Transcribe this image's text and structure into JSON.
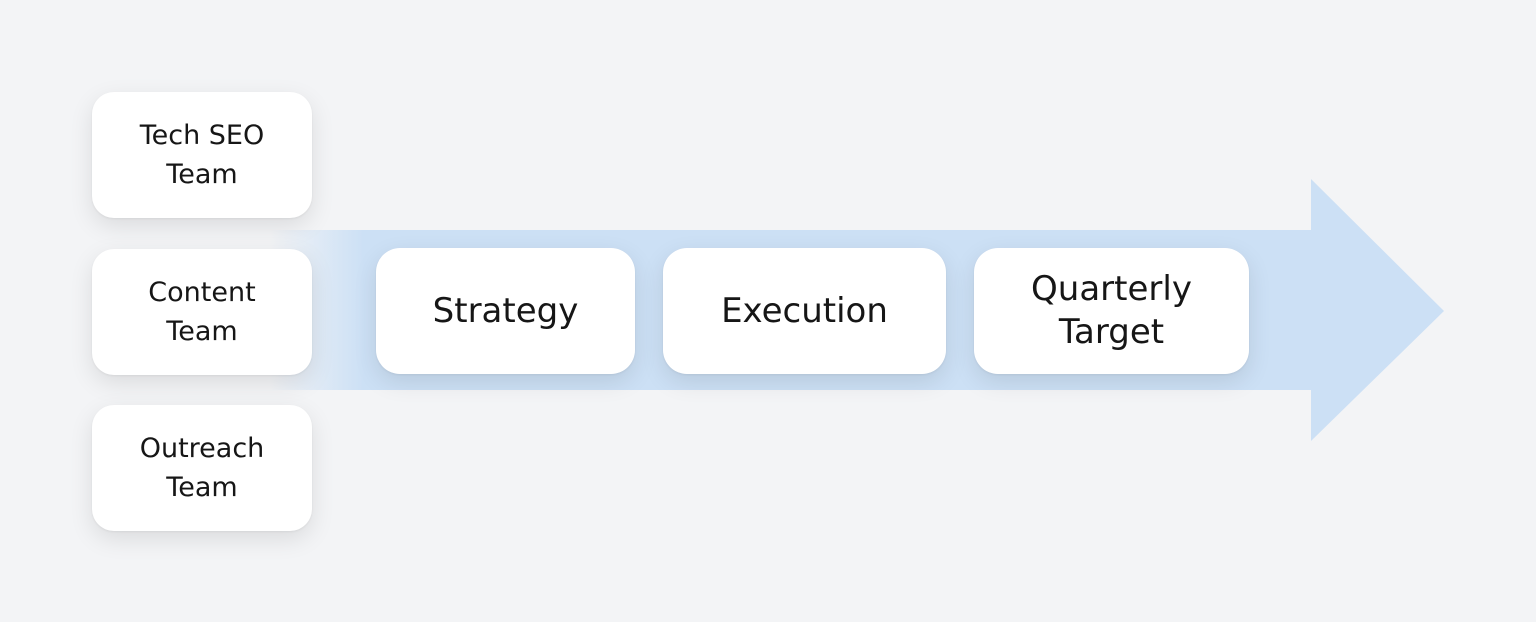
{
  "colors": {
    "background": "#f3f4f6",
    "arrow": "#cce0f5",
    "box": "#ffffff",
    "text": "#161616"
  },
  "teams": [
    {
      "label": "Tech SEO\nTeam"
    },
    {
      "label": "Content\nTeam"
    },
    {
      "label": "Outreach\nTeam"
    }
  ],
  "steps": [
    {
      "label": "Strategy"
    },
    {
      "label": "Execution"
    },
    {
      "label": "Quarterly\nTarget"
    }
  ]
}
